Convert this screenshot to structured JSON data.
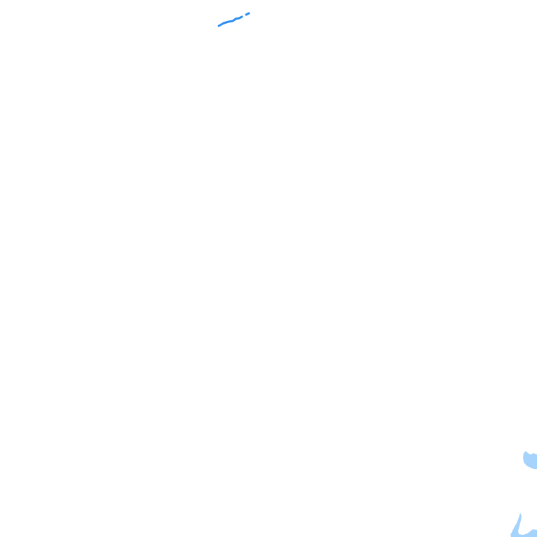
{
  "map": {
    "background_color": "#ffffff",
    "layer": "water-features",
    "features": [
      {
        "kind": "stream",
        "color": "#2e8fef"
      },
      {
        "kind": "water-body",
        "color": "#a6d3fb"
      },
      {
        "kind": "water-body",
        "color": "#a6d3fb"
      }
    ]
  }
}
